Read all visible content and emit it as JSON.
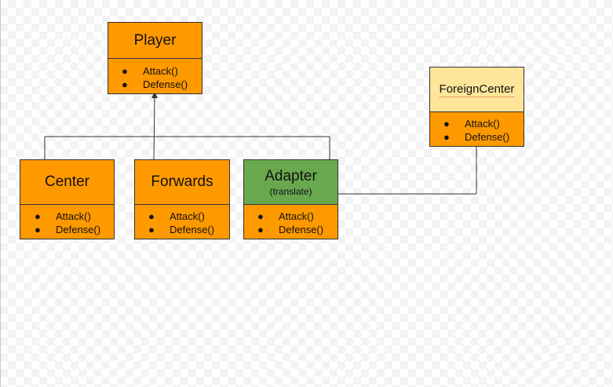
{
  "diagram": {
    "colors": {
      "orange": "#ff9900",
      "green": "#6aa84f",
      "light_yellow": "#ffe599",
      "line": "#333333"
    },
    "boxes": {
      "player": {
        "title": "Player",
        "methods": [
          "Attack()",
          "Defense()"
        ]
      },
      "center": {
        "title": "Center",
        "methods": [
          "Attack()",
          "Defense()"
        ]
      },
      "forwards": {
        "title": "Forwards",
        "methods": [
          "Attack()",
          "Defense()"
        ]
      },
      "adapter": {
        "title": "Adapter",
        "subtitle": "(translate)",
        "methods": [
          "Attack()",
          "Defense()"
        ]
      },
      "foreign_center": {
        "title": "ForeignCenter",
        "methods": [
          "Attack()",
          "Defense()"
        ]
      }
    },
    "bullet": "●"
  }
}
